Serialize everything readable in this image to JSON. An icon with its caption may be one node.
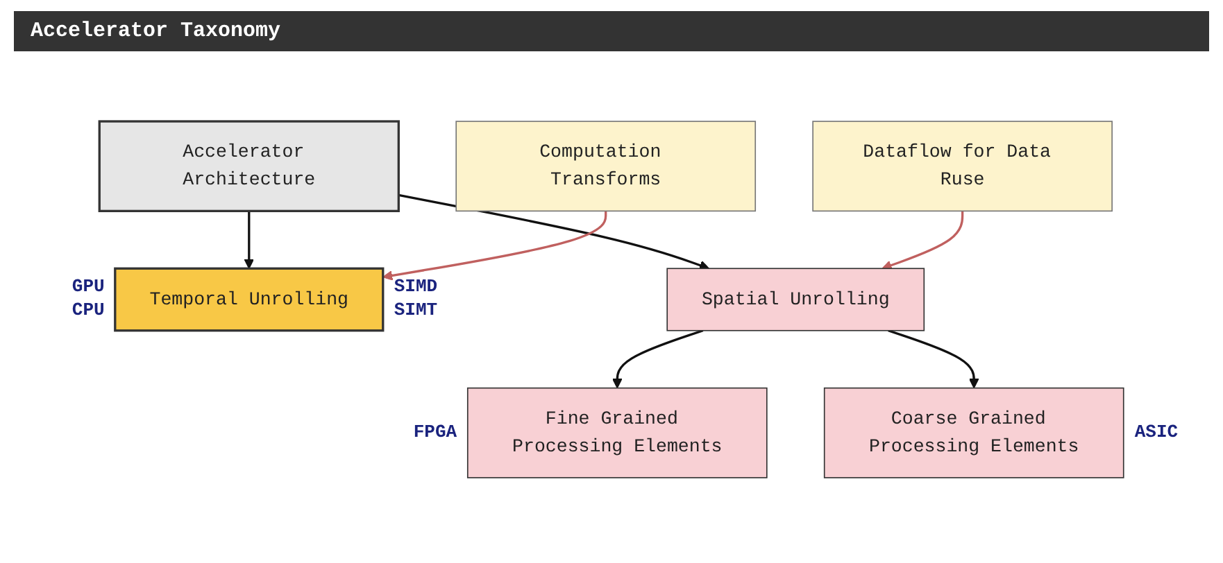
{
  "diagram": {
    "title": "Accelerator Taxonomy",
    "nodes": [
      {
        "text": [
          "Accelerator Architecture"
        ]
      },
      {
        "text": [
          "Computation Transforms"
        ]
      },
      {
        "text": [
          "Temporal Unrolling"
        ],
        "beside": [
          "GPU CPU",
          "SIMD SIMT"
        ]
      },
      {
        "text": [
          "Dataflow for Data Ruse"
        ]
      },
      {
        "text": [
          "Spatial Unrolling"
        ]
      },
      {
        "text": [
          "Fine Grained Processing Elements"
        ],
        "beside": [
          "FPGA"
        ]
      },
      {
        "text": [
          "Coarse Grained Processing Elements"
        ],
        "beside": [
          "ASIC"
        ]
      }
    ],
    "edges": [
      {
        "from": 0,
        "to": 2,
        "arrow": "to"
      },
      {
        "from": 0,
        "to": 4,
        "arrow": "to"
      },
      {
        "from": 1,
        "to": 2,
        "arrow": "to",
        "color": "#c0605f"
      },
      {
        "from": 3,
        "to": 4,
        "arrow": "to",
        "color": "#c0605f"
      },
      {
        "from": 4,
        "to": 5,
        "arrow": "to"
      },
      {
        "from": 4,
        "to": 6,
        "arrow": "to"
      }
    ]
  }
}
